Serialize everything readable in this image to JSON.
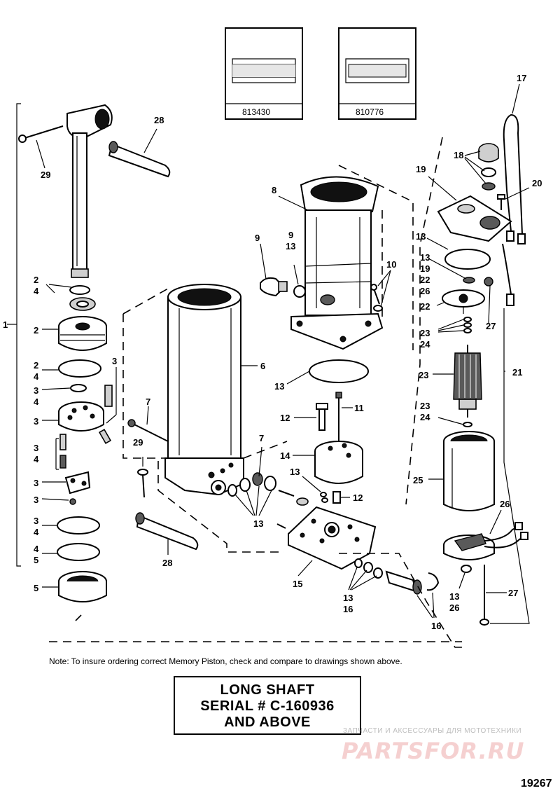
{
  "inset_parts": [
    "813430",
    "810776"
  ],
  "callouts": {
    "c1": "1",
    "c2a": "2",
    "c4a": "4",
    "c2b": "2",
    "c2c": "2",
    "c4c": "4",
    "c3a": "3",
    "c4d": "4",
    "c3b": "3",
    "c3c": "3",
    "c3d": "3",
    "c4e": "4",
    "c3e": "3",
    "c3f": "3",
    "c3g": "3",
    "c4f": "4",
    "c4g": "4",
    "c5a": "5",
    "c5b": "5",
    "c29a": "29",
    "c28a": "28",
    "c6": "6",
    "c7a": "7",
    "c29b": "29",
    "c28b": "28",
    "c7b": "7",
    "c13a": "13",
    "c8": "8",
    "c9a": "9",
    "c9b": "9",
    "c13b": "13",
    "c10": "10",
    "c13c": "13",
    "c12a": "12",
    "c11": "11",
    "c14": "14",
    "c13d": "13",
    "c12b": "12",
    "c15": "15",
    "c13e": "13",
    "c16a": "16",
    "c16b": "16",
    "c17": "17",
    "c18": "18",
    "c19a": "19",
    "c20": "20",
    "c13f": "13",
    "c13g": "13",
    "c19b": "19",
    "c22a": "22",
    "c26a": "26",
    "c22b": "22",
    "c27a": "27",
    "c23a": "23",
    "c24a": "24",
    "c21": "21",
    "c23b": "23",
    "c23c": "23",
    "c24b": "24",
    "c25": "25",
    "c26b": "26",
    "c13h": "13",
    "c26c": "26",
    "c27b": "27"
  },
  "note": "Note: To insure ordering correct Memory Piston, check and compare to drawings shown above.",
  "title_lines": [
    "LONG SHAFT",
    "SERIAL # C-160936",
    "AND ABOVE"
  ],
  "watermark": {
    "text": "ЗАПЧАСТИ И АКСЕССУАРЫ ДЛЯ МОТОТЕХНИКИ",
    "logo": "PARTSFOR.RU"
  },
  "figure_number": "19267"
}
